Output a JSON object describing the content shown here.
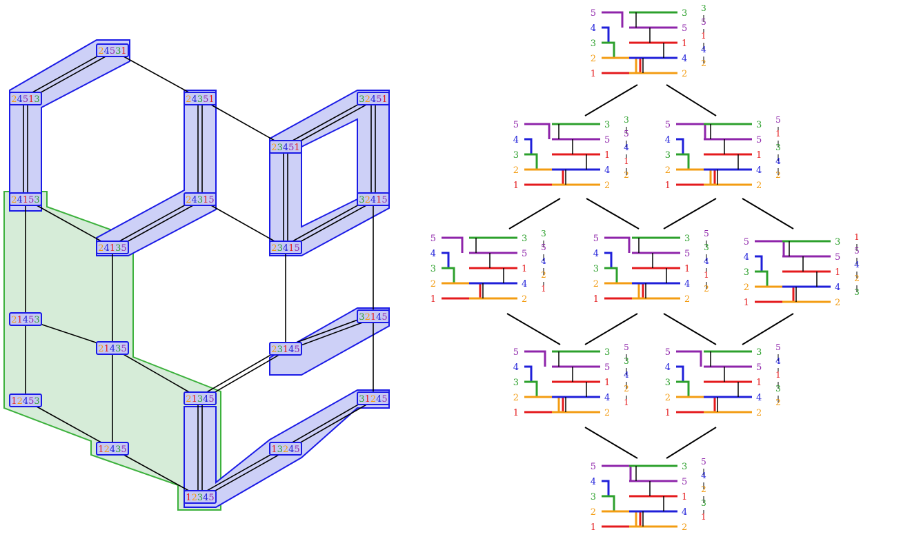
{
  "colors": {
    "1": "#e41a1c",
    "2": "#f39c12",
    "3": "#2ca02c",
    "4": "#1f1fd9",
    "5": "#8e24aa",
    "node_border": "#1a1ae6",
    "node_fill": "#c6c9f4",
    "band_fill": "#cdd0f7",
    "band_stroke": "#1a1ae6",
    "green_fill": "#d6ecd8",
    "green_stroke": "#3cb13c",
    "edge": "#000000"
  },
  "left_graph": {
    "nodes": [
      {
        "id": "a",
        "label": "24531"
      },
      {
        "id": "b",
        "label": "24513"
      },
      {
        "id": "c",
        "label": "24351"
      },
      {
        "id": "d",
        "label": "32451"
      },
      {
        "id": "e",
        "label": "23451"
      },
      {
        "id": "f",
        "label": "24153"
      },
      {
        "id": "g",
        "label": "24315"
      },
      {
        "id": "h",
        "label": "32415"
      },
      {
        "id": "i",
        "label": "24135"
      },
      {
        "id": "j",
        "label": "23415"
      },
      {
        "id": "k",
        "label": "21453"
      },
      {
        "id": "l",
        "label": "32145"
      },
      {
        "id": "m",
        "label": "21435"
      },
      {
        "id": "n",
        "label": "23145"
      },
      {
        "id": "o",
        "label": "12453"
      },
      {
        "id": "p",
        "label": "21345"
      },
      {
        "id": "q",
        "label": "31245"
      },
      {
        "id": "r",
        "label": "12435"
      },
      {
        "id": "s",
        "label": "13245"
      },
      {
        "id": "t",
        "label": "12345"
      }
    ]
  },
  "lattice": [
    {
      "id": "top",
      "line_labels": [
        "5",
        "4",
        "3",
        "2",
        "1"
      ],
      "end_labels": [
        "3",
        "5",
        "1",
        "4",
        "2"
      ],
      "poset": {
        "nodes": [
          "3",
          "5",
          "1",
          "4",
          "2"
        ],
        "edges": 4
      }
    },
    {
      "id": "mid-left",
      "line_labels": [
        "5",
        "4",
        "3",
        "2",
        "1"
      ],
      "end_labels": [
        "3",
        "5",
        "1",
        "4",
        "2"
      ],
      "poset": {
        "nodes": [
          "3",
          "5",
          "4",
          "1",
          "2"
        ],
        "edges": 4
      }
    },
    {
      "id": "mid-right",
      "line_labels": [
        "5",
        "4",
        "3",
        "2",
        "1"
      ],
      "end_labels": [
        "3",
        "5",
        "1",
        "4",
        "2"
      ],
      "poset": {
        "nodes": [
          "5",
          "1",
          "3",
          "4",
          "2"
        ],
        "edges": 4
      }
    },
    {
      "id": "row3-left",
      "line_labels": [
        "5",
        "4",
        "3",
        "2",
        "1"
      ],
      "end_labels": [
        "3",
        "5",
        "1",
        "4",
        "2"
      ],
      "poset": {
        "nodes": [
          "3",
          "5",
          "4",
          "2",
          "1"
        ],
        "edges": 4
      }
    },
    {
      "id": "row3-mid",
      "line_labels": [
        "5",
        "4",
        "3",
        "2",
        "1"
      ],
      "end_labels": [
        "3",
        "5",
        "1",
        "4",
        "2"
      ],
      "poset": {
        "nodes": [
          "5",
          "3",
          "4",
          "1",
          "2"
        ],
        "edges": 4
      }
    },
    {
      "id": "row3-right",
      "line_labels": [
        "5",
        "4",
        "3",
        "2",
        "1"
      ],
      "end_labels": [
        "3",
        "5",
        "1",
        "4",
        "2"
      ],
      "poset": {
        "nodes": [
          "1",
          "5",
          "4",
          "2",
          "3"
        ],
        "edges": 4
      }
    },
    {
      "id": "row4-left",
      "line_labels": [
        "5",
        "4",
        "3",
        "2",
        "1"
      ],
      "end_labels": [
        "3",
        "5",
        "1",
        "4",
        "2"
      ],
      "poset": {
        "nodes": [
          "5",
          "3",
          "4",
          "2",
          "1"
        ],
        "edges": 4
      }
    },
    {
      "id": "row4-right",
      "line_labels": [
        "5",
        "4",
        "3",
        "2",
        "1"
      ],
      "end_labels": [
        "3",
        "5",
        "1",
        "4",
        "2"
      ],
      "poset": {
        "nodes": [
          "5",
          "4",
          "1",
          "3",
          "2"
        ],
        "edges": 4
      }
    },
    {
      "id": "bottom",
      "line_labels": [
        "5",
        "4",
        "3",
        "2",
        "1"
      ],
      "end_labels": [
        "3",
        "5",
        "1",
        "4",
        "2"
      ],
      "poset": {
        "nodes": [
          "5",
          "4",
          "2",
          "3",
          "1"
        ],
        "edges": 4
      }
    }
  ]
}
